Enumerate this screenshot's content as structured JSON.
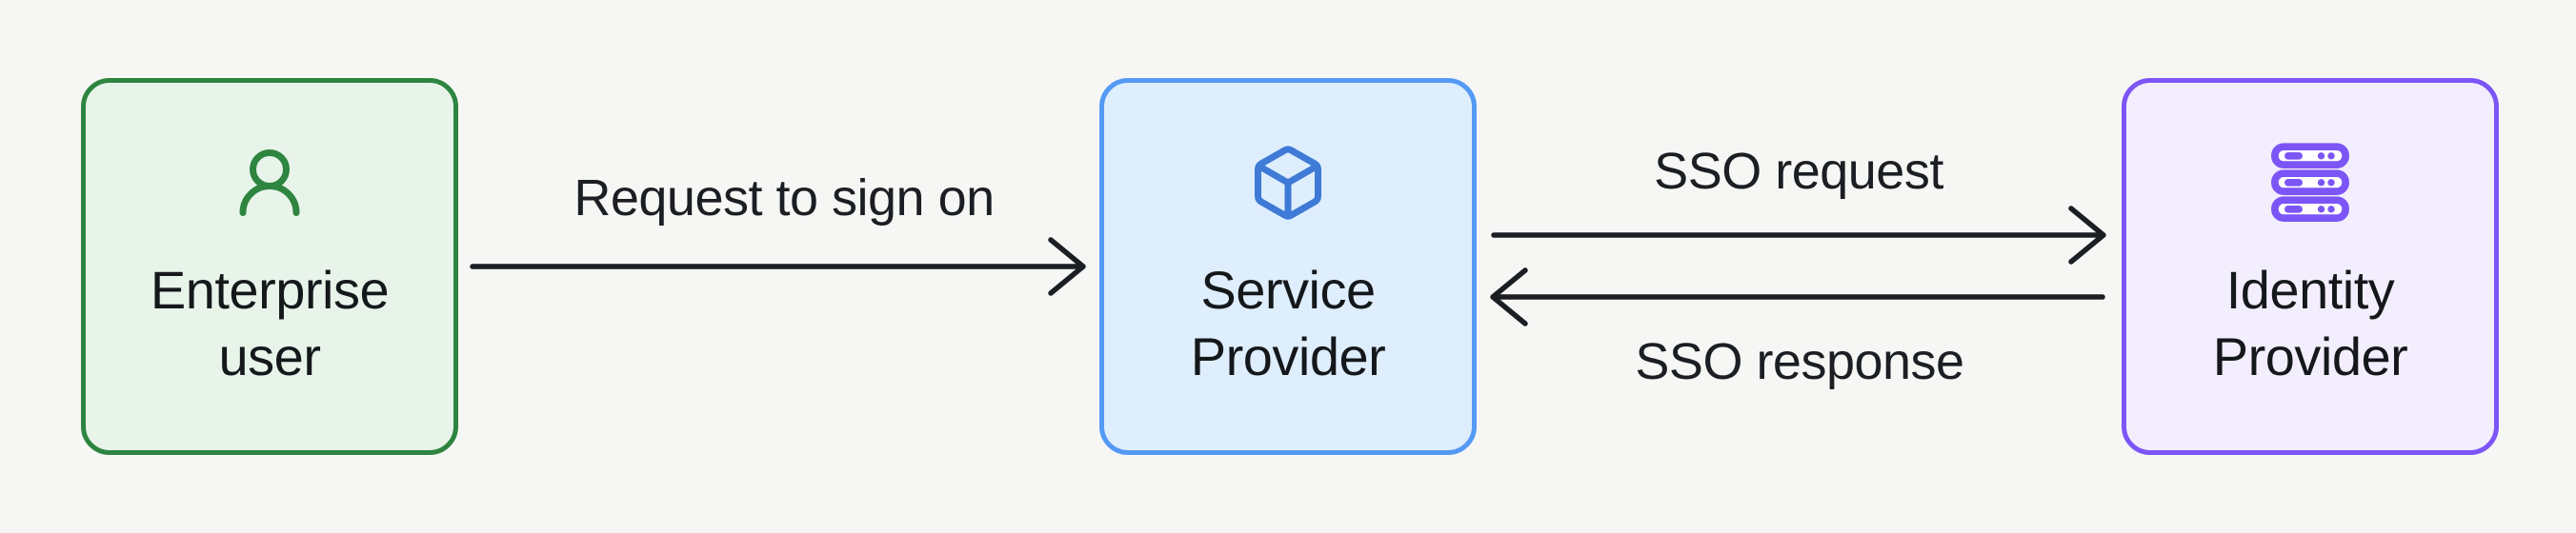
{
  "diagram": {
    "type": "flow-diagram",
    "topic": "Single sign-on (SSO) flow",
    "background_color": "#f6f7f5",
    "text_color": "#1b1e22",
    "nodes": {
      "enterprise_user": {
        "label": "Enterprise user",
        "icon": "user-icon",
        "border_color": "#2e8540",
        "fill_color": "#e8f4ea",
        "icon_color": "#2e8540"
      },
      "service_provider": {
        "label": "Service Provider",
        "icon": "cube-icon",
        "border_color": "#549af5",
        "fill_color": "#deeefd",
        "icon_color": "#3e7ad6"
      },
      "identity_provider": {
        "label": "Identity Provider",
        "icon": "server-rack-icon",
        "border_color": "#7c55f6",
        "fill_color": "#f3eefd",
        "icon_color": "#7c55f6"
      }
    },
    "edges": [
      {
        "label": "Request to sign on",
        "from": "enterprise_user",
        "to": "service_provider",
        "direction": "right"
      },
      {
        "label": "SSO request",
        "from": "service_provider",
        "to": "identity_provider",
        "direction": "right"
      },
      {
        "label": "SSO response",
        "from": "identity_provider",
        "to": "service_provider",
        "direction": "left"
      }
    ]
  }
}
